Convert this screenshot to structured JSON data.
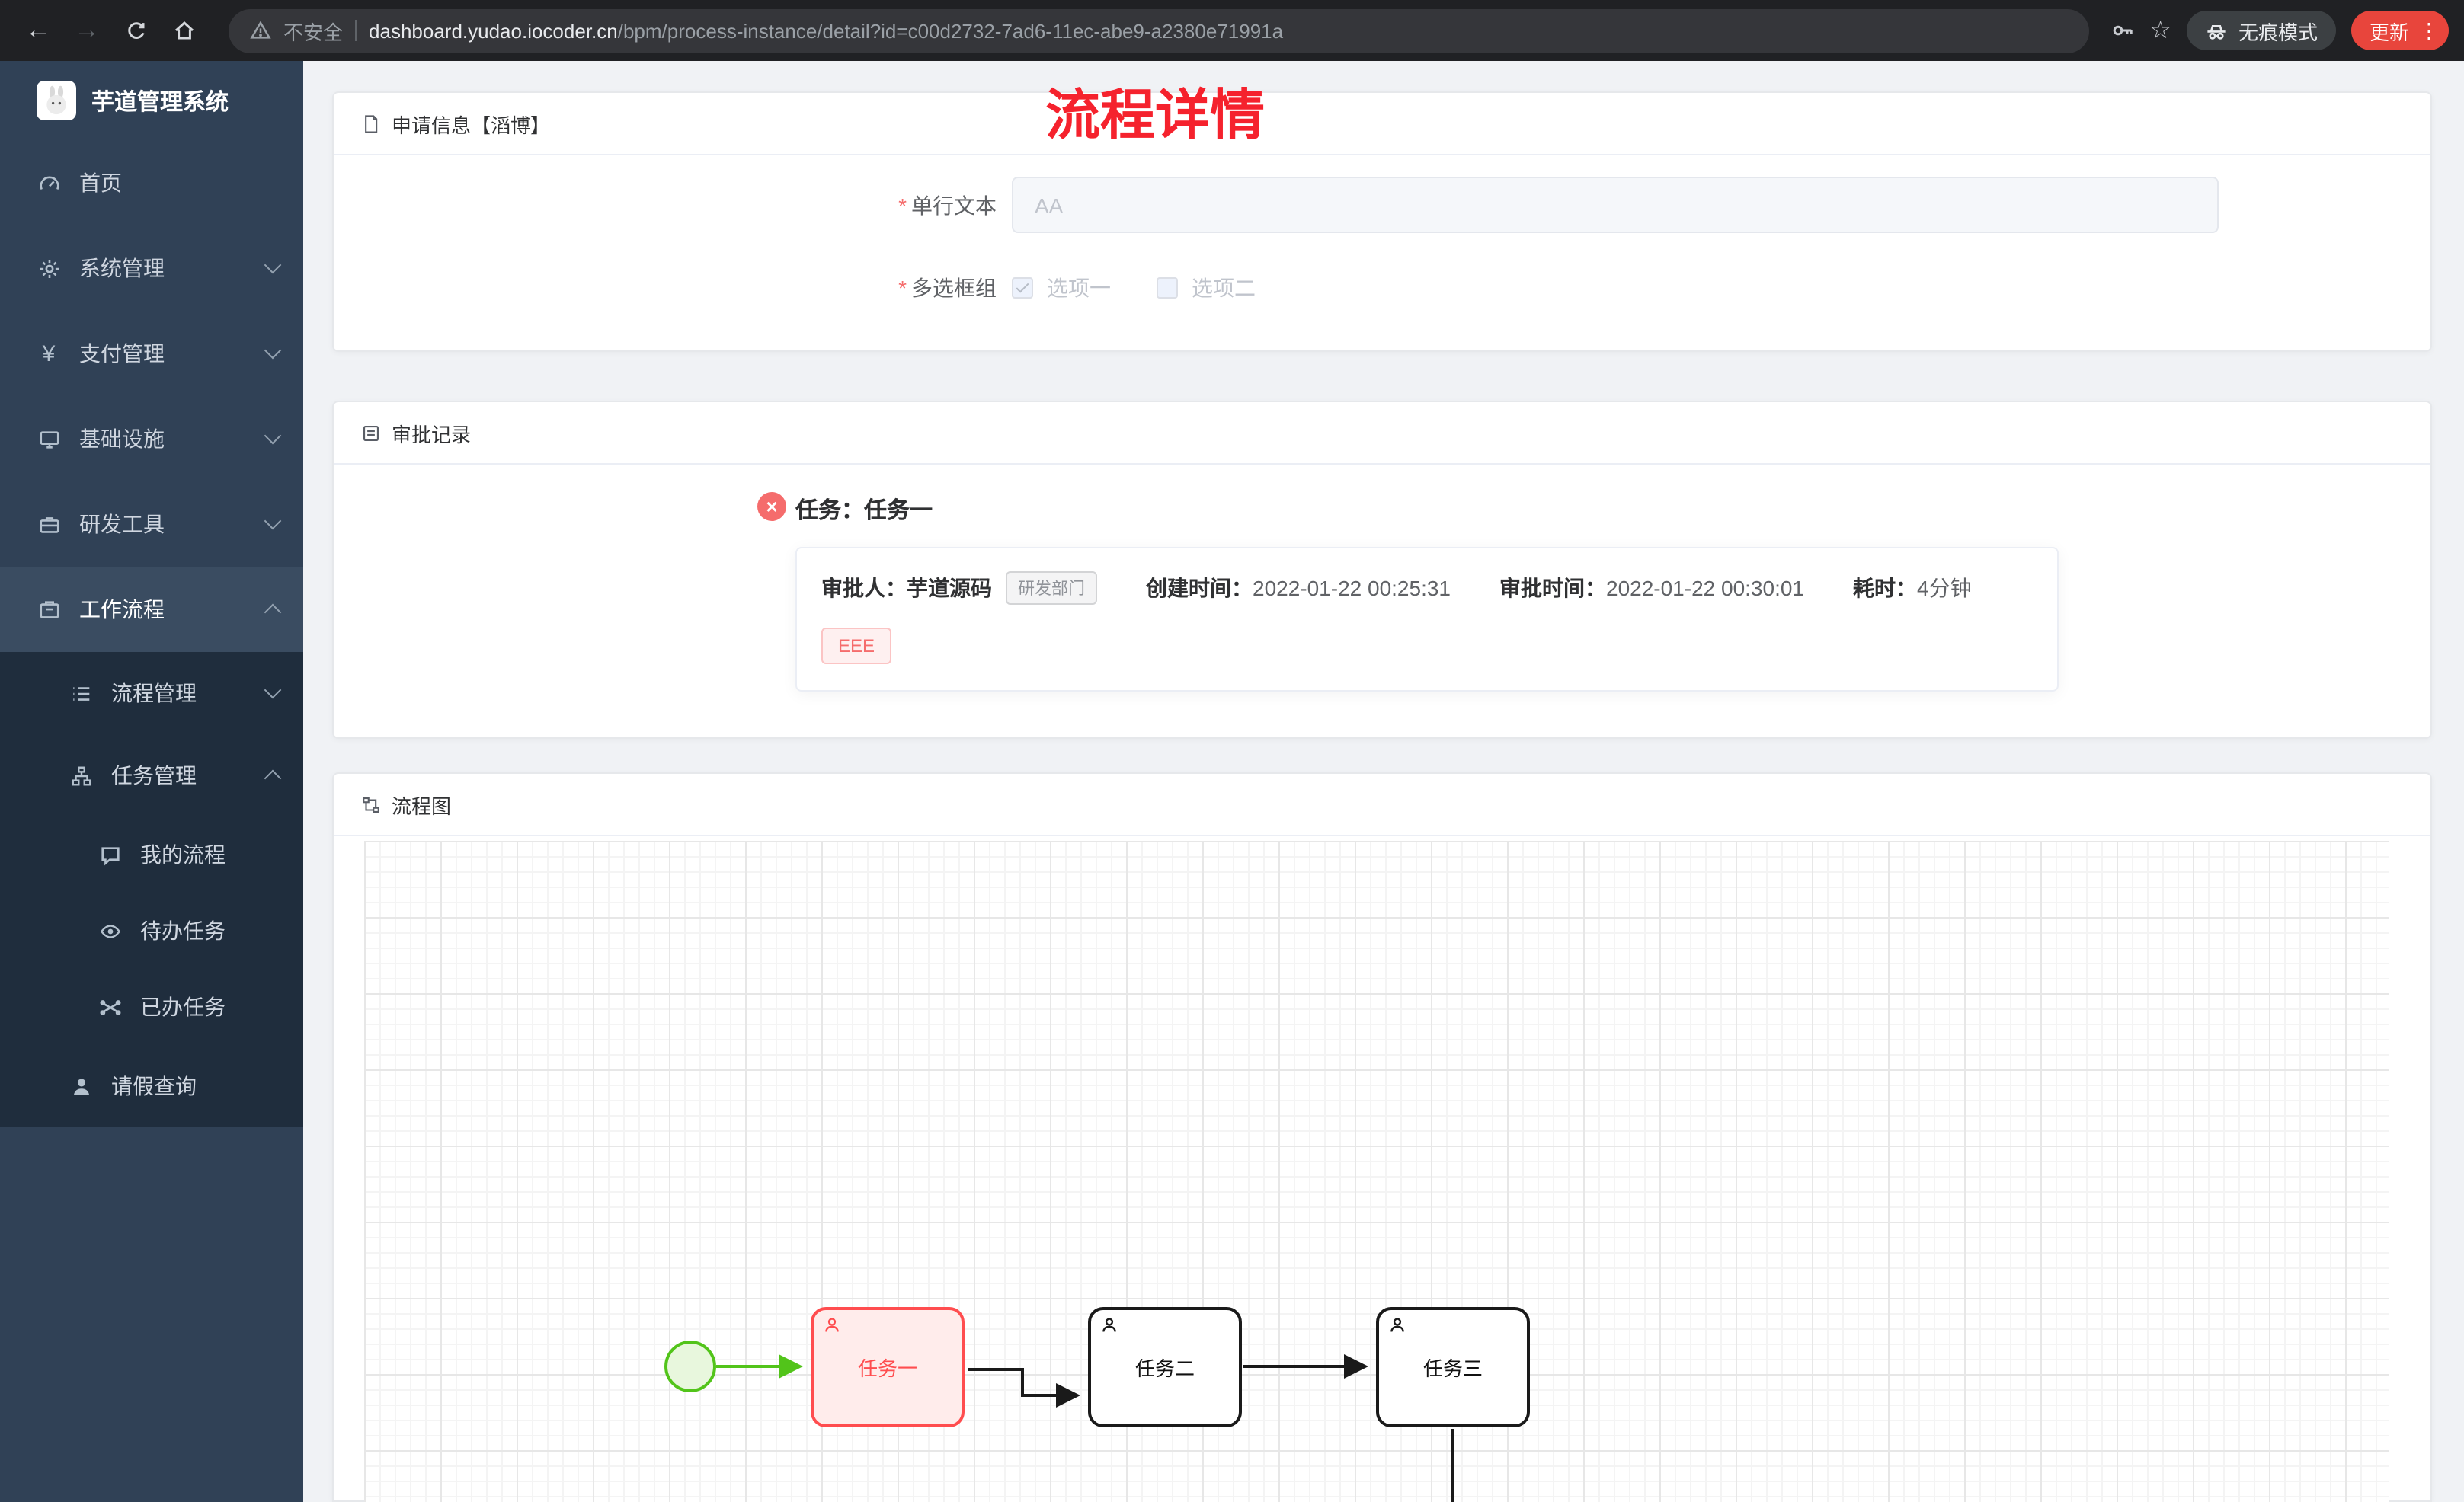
{
  "colors": {
    "accent_red": "#f5222d",
    "sidebar_bg": "#304156",
    "submenu_bg": "#1f2d3d",
    "chrome_bg": "#202124",
    "omnibox_bg": "#35363a",
    "update_btn": "#e8453c",
    "danger_red": "#f56c6c",
    "success_green": "#52c41a",
    "task_reject_border": "#ff4d4f"
  },
  "browser": {
    "security_label": "不安全",
    "url_domain": "dashboard.yudao.iocoder.cn",
    "url_path": "/bpm/process-instance/detail?id=c00d2732-7ad6-11ec-abe9-a2380e71991a",
    "incognito_label": "无痕模式",
    "update_label": "更新"
  },
  "sidebar": {
    "logo_title": "芋道管理系统",
    "items": [
      {
        "label": "首页"
      },
      {
        "label": "系统管理"
      },
      {
        "label": "支付管理"
      },
      {
        "label": "基础设施"
      },
      {
        "label": "研发工具"
      },
      {
        "label": "工作流程"
      },
      {
        "label": "流程管理"
      },
      {
        "label": "任务管理"
      },
      {
        "label": "我的流程"
      },
      {
        "label": "待办任务"
      },
      {
        "label": "已办任务"
      },
      {
        "label": "请假查询"
      }
    ]
  },
  "main": {
    "page_title": "流程详情",
    "apply_card": {
      "title": "申请信息【滔博】",
      "field1_label": "单行文本",
      "field1_placeholder": "AA",
      "field2_label": "多选框组",
      "option1": "选项一",
      "option2": "选项二"
    },
    "approval_card": {
      "title": "审批记录",
      "task_title": "任务：任务一",
      "approver_label": "审批人：",
      "approver_name": "芋道源码",
      "dept_tag": "研发部门",
      "created_label": "创建时间：",
      "created_time": "2022-01-22 00:25:31",
      "approved_label": "审批时间：",
      "approved_time": "2022-01-22 00:30:01",
      "duration_label": "耗时：",
      "duration_value": "4分钟",
      "comment_tag": "EEE"
    },
    "diagram_card": {
      "title": "流程图",
      "task1": "任务一",
      "task2": "任务二",
      "task3": "任务三"
    }
  }
}
